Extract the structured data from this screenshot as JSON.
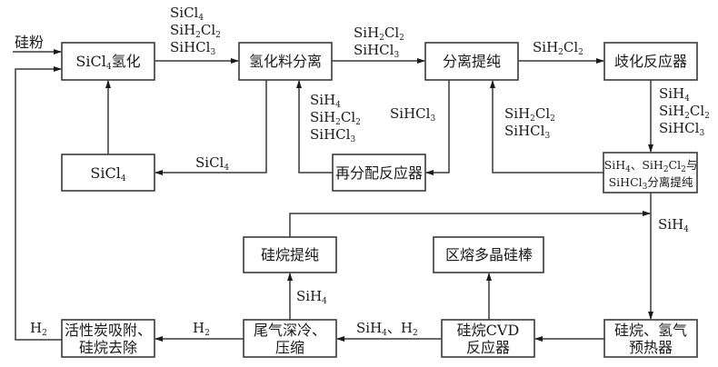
{
  "title": "Silicon polysilicon / silane production process flow",
  "input_label": "硅粉",
  "nodes": {
    "hydrogenation": {
      "parts": [
        [
          "SiCl",
          ""
        ],
        [
          "4",
          "sub"
        ],
        [
          "氢化",
          ""
        ]
      ]
    },
    "hydro_separation": {
      "parts": [
        [
          "氢化料分离",
          ""
        ]
      ]
    },
    "separation_purification": {
      "parts": [
        [
          "分离提纯",
          ""
        ]
      ]
    },
    "disproportionation_reactor": {
      "parts": [
        [
          "歧化反应器",
          ""
        ]
      ]
    },
    "sicl4_store": {
      "parts": [
        [
          "SiCl",
          ""
        ],
        [
          "4",
          "sub"
        ]
      ]
    },
    "redistribution_reactor": {
      "parts": [
        [
          "再分配反应器",
          ""
        ]
      ]
    },
    "silane_chlorosilane_separation": {
      "line1": [
        [
          "SiH",
          ""
        ],
        [
          "4",
          "sub"
        ],
        [
          "、SiH",
          ""
        ],
        [
          "2",
          "sub"
        ],
        [
          "Cl",
          ""
        ],
        [
          "2",
          "sub"
        ],
        [
          "与",
          ""
        ]
      ],
      "line2": [
        [
          "SiHCl",
          ""
        ],
        [
          "3",
          "sub"
        ],
        [
          "分离提纯",
          ""
        ]
      ]
    },
    "silane_purification": {
      "parts": [
        [
          "硅烷提纯",
          ""
        ]
      ]
    },
    "zone_melt_rod": {
      "parts": [
        [
          "区熔多晶硅棒",
          ""
        ]
      ]
    },
    "carbon_adsorption": {
      "line1": "活性炭吸附、",
      "line2": "硅烷去除"
    },
    "tail_gas_cooling": {
      "line1": "尾气深冷、",
      "line2": "压缩"
    },
    "cvd_reactor": {
      "line1": "硅烷CVD",
      "line2": "反应器"
    },
    "preheater": {
      "line1": "硅烷、氢气",
      "line2": "预热器"
    }
  },
  "stream_labels": {
    "hydro_to_sep": [
      [
        [
          "SiCl",
          ""
        ],
        [
          "4",
          "sub"
        ]
      ],
      [
        [
          "SiH",
          ""
        ],
        [
          "2",
          "sub"
        ],
        [
          "Cl",
          ""
        ],
        [
          "2",
          "sub"
        ]
      ],
      [
        [
          "SiHCl",
          ""
        ],
        [
          "3",
          "sub"
        ]
      ]
    ],
    "sep_to_purif": [
      [
        [
          "SiH",
          ""
        ],
        [
          "2",
          "sub"
        ],
        [
          "Cl",
          ""
        ],
        [
          "2",
          "sub"
        ]
      ],
      [
        [
          "SiHCl",
          ""
        ],
        [
          "3",
          "sub"
        ]
      ]
    ],
    "purif_to_disp": [
      [
        [
          "SiH",
          ""
        ],
        [
          "2",
          "sub"
        ],
        [
          "Cl",
          ""
        ],
        [
          "2",
          "sub"
        ]
      ]
    ],
    "disp_to_sep2": [
      [
        [
          "SiH",
          ""
        ],
        [
          "4",
          "sub"
        ]
      ],
      [
        [
          "SiH",
          ""
        ],
        [
          "2",
          "sub"
        ],
        [
          "Cl",
          ""
        ],
        [
          "2",
          "sub"
        ]
      ],
      [
        [
          "SiHCl",
          ""
        ],
        [
          "3",
          "sub"
        ]
      ]
    ],
    "sep_to_sicl4": [
      [
        [
          "SiCl",
          ""
        ],
        [
          "4",
          "sub"
        ]
      ]
    ],
    "redist_to_sep": [
      [
        [
          "SiH",
          ""
        ],
        [
          "4",
          "sub"
        ]
      ],
      [
        [
          "SiH",
          ""
        ],
        [
          "2",
          "sub"
        ],
        [
          "Cl",
          ""
        ],
        [
          "2",
          "sub"
        ]
      ],
      [
        [
          "SiHCl",
          ""
        ],
        [
          "3",
          "sub"
        ]
      ]
    ],
    "purif_to_redist": [
      [
        [
          "SiHCl",
          ""
        ],
        [
          "3",
          "sub"
        ]
      ]
    ],
    "sep2_to_purif": [
      [
        [
          "SiH",
          ""
        ],
        [
          "2",
          "sub"
        ],
        [
          "Cl",
          ""
        ],
        [
          "2",
          "sub"
        ]
      ],
      [
        [
          "SiHCl",
          ""
        ],
        [
          "3",
          "sub"
        ]
      ]
    ],
    "silane_down": [
      [
        [
          "SiH",
          ""
        ],
        [
          "4",
          "sub"
        ]
      ]
    ],
    "tail_to_purif": [
      [
        [
          "SiH",
          ""
        ],
        [
          "4",
          "sub"
        ]
      ]
    ],
    "cvd_to_tail": [
      [
        [
          "SiH",
          ""
        ],
        [
          "4",
          "sub"
        ],
        [
          "、H",
          ""
        ],
        [
          "2",
          "sub"
        ]
      ]
    ],
    "tail_to_carbon": [
      [
        [
          "H",
          ""
        ],
        [
          "2",
          "sub"
        ]
      ]
    ],
    "carbon_to_hydro": [
      [
        [
          "H",
          ""
        ],
        [
          "2",
          "sub"
        ]
      ]
    ]
  }
}
